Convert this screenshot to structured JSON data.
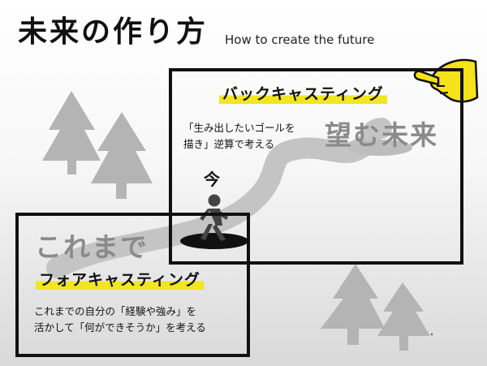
{
  "title": "未来の作り方",
  "subtitle": "How to create the future",
  "backcasting": {
    "heading": "バックキャスティング",
    "desc_line1": "「生み出したいゴールを",
    "desc_line2": "描き」逆算で考える",
    "goal_label": "望む未来"
  },
  "forecasting": {
    "heading": "フォアキャスティング",
    "desc_line1": "これまでの自分の「経験や強み」を",
    "desc_line2": "活かして「何ができそうか」を考える",
    "past_label": "これまで"
  },
  "now_label": "今",
  "colors": {
    "highlight": "#f1e61f",
    "hand": "#f5e21a",
    "road": "#c4c4c4",
    "tree": "#b4b4b4",
    "text": "#111111"
  },
  "icons": [
    "tree-icon",
    "walking-person-icon",
    "pointing-hand-icon"
  ]
}
